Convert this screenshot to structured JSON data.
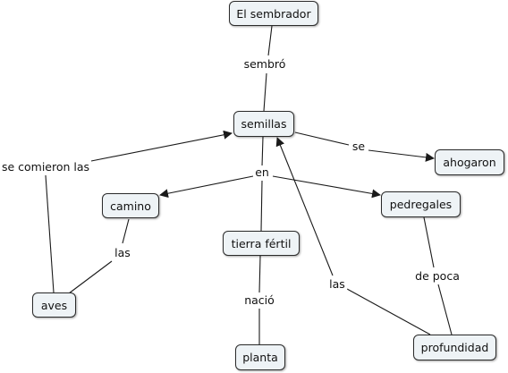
{
  "concepts": {
    "sembrador": "El sembrador",
    "semillas": "semillas",
    "ahogaron": "ahogaron",
    "camino": "camino",
    "pedregales": "pedregales",
    "tierra_fertil": "tierra fértil",
    "aves": "aves",
    "profundidad": "profundidad",
    "planta": "planta"
  },
  "linking_phrases": {
    "sembro": "sembró",
    "se": "se",
    "se_comieron_las": "se comieron las",
    "en": "en",
    "las_aves": "las",
    "las_profundidad": "las",
    "de_poca": "de poca",
    "nacio": "nació"
  },
  "colors": {
    "node_fill": "#eef3f6",
    "node_border": "#2b2b2b",
    "line": "#1a1a1a"
  }
}
